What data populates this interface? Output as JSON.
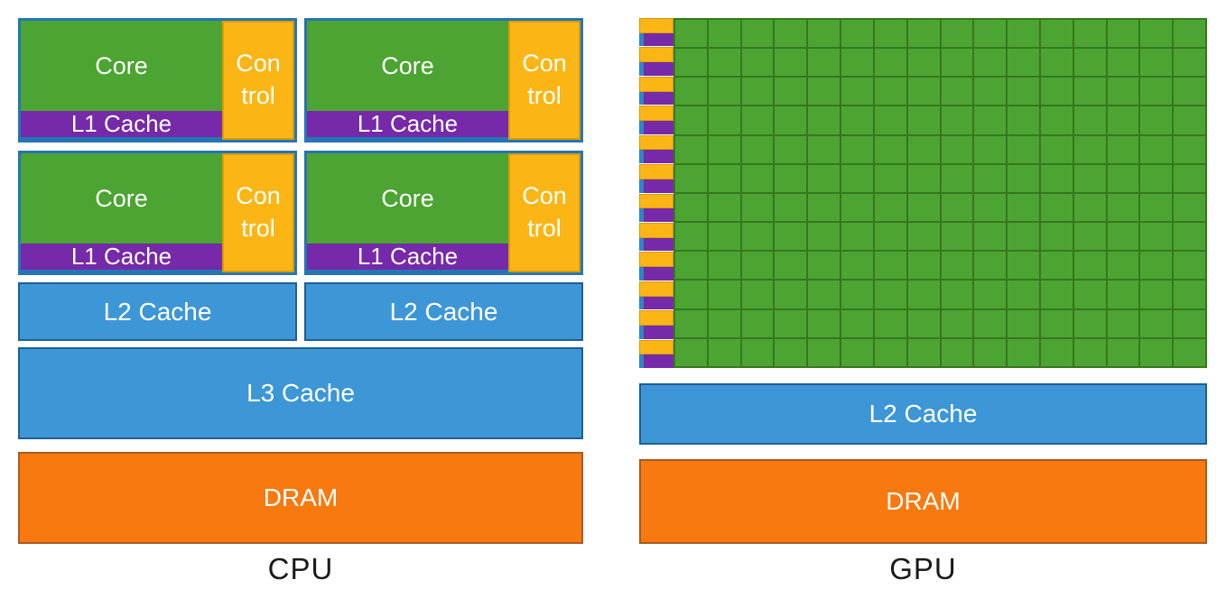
{
  "cpu": {
    "caption": "CPU",
    "tiles": [
      {
        "core": "Core",
        "control": "Con\ntrol",
        "l1": "L1 Cache"
      },
      {
        "core": "Core",
        "control": "Con\ntrol",
        "l1": "L1 Cache"
      },
      {
        "core": "Core",
        "control": "Con\ntrol",
        "l1": "L1 Cache"
      },
      {
        "core": "Core",
        "control": "Con\ntrol",
        "l1": "L1 Cache"
      }
    ],
    "l2_blocks": [
      "L2 Cache",
      "L2 Cache"
    ],
    "l3_label": "L3 Cache",
    "dram_label": "DRAM"
  },
  "gpu": {
    "caption": "GPU",
    "grid": {
      "rows": 12,
      "columns": 16
    },
    "l2_label": "L2 Cache",
    "dram_label": "DRAM"
  },
  "colors": {
    "core_green": "#4CA432",
    "grid_line_green": "#37781D",
    "control_amber": "#FBB615",
    "control_amber_border": "#DB9B00",
    "l1_purple": "#7629A8",
    "tile_border_blue": "#2575B5",
    "mini_strip_blue": "#2E86C8",
    "cache_blue": "#3D97D6",
    "cache_blue_border": "#1D5F96",
    "dram_orange": "#F8790F",
    "dram_border": "#A85B1E",
    "text_white": "#FFFFFF",
    "caption_black": "#1A1A1A"
  }
}
